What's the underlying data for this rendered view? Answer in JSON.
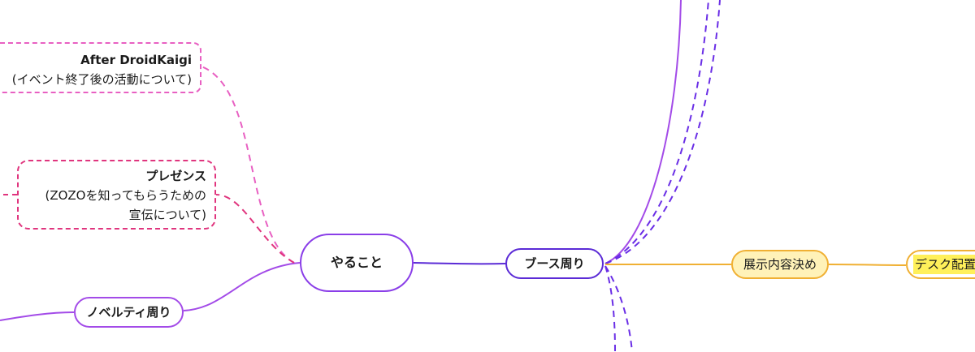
{
  "nodes": {
    "center": "やること",
    "booth": "ブース周り",
    "novelty": "ノベルティ周り",
    "after": {
      "title": "After DroidKaigi",
      "subtitle": "(イベント終了後の活動について)"
    },
    "presence": {
      "title": "プレゼンス",
      "line1": "(ZOZOを知ってもらうための",
      "line2": "宣伝について)"
    },
    "display": "展示内容決め",
    "desk": "デスク配置"
  },
  "colors": {
    "center_border": "#8a3ee8",
    "booth_branch": "#5b2bd6",
    "novelty_branch": "#a34be8",
    "after_branch": "#e860c2",
    "presence_branch": "#e0357e",
    "display_branch": "#f0b033"
  }
}
